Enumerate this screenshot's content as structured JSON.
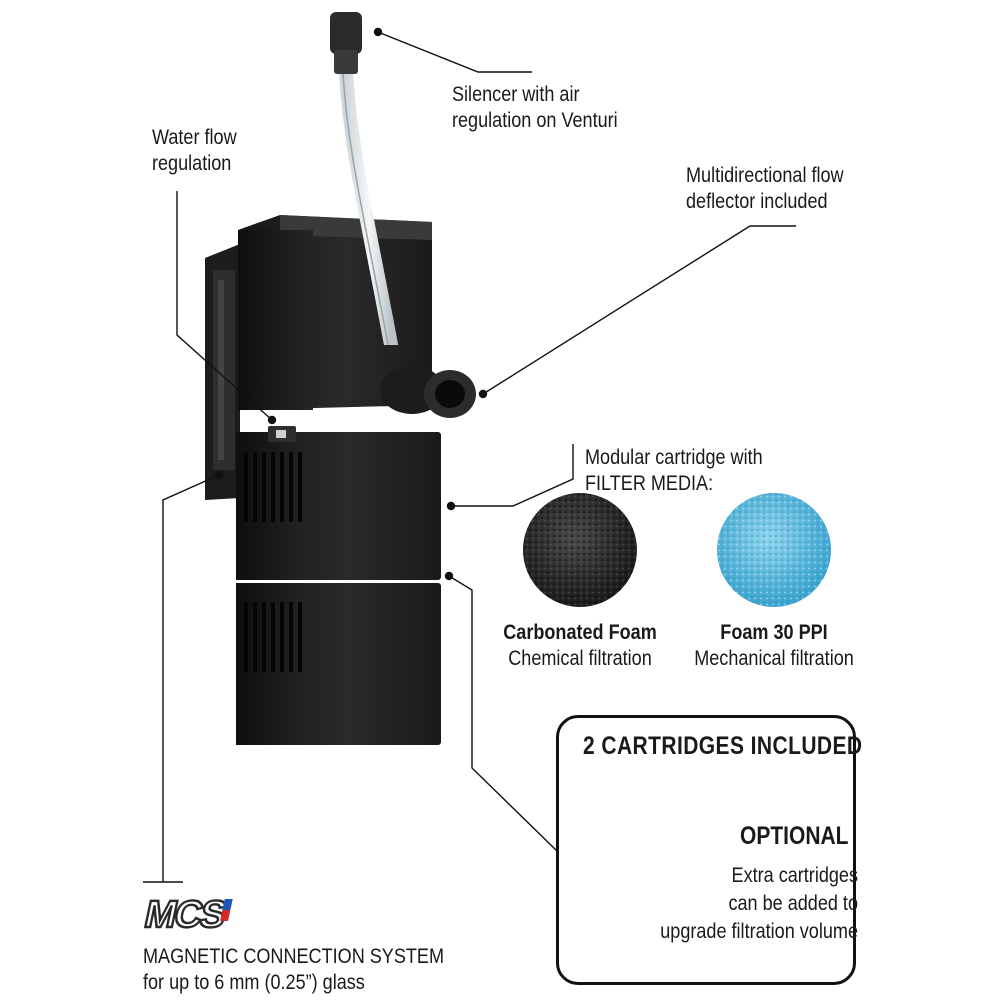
{
  "callouts": {
    "silencer": [
      "Silencer with air",
      "regulation on Venturi"
    ],
    "water_flow": [
      "Water flow",
      "regulation"
    ],
    "deflector": [
      "Multidirectional flow",
      "deflector included"
    ],
    "modular": [
      "Modular cartridge with",
      "FILTER MEDIA:"
    ]
  },
  "media": [
    {
      "title": "Carbonated Foam",
      "subtitle": "Chemical filtration",
      "color": "#2b2b2b"
    },
    {
      "title": "Foam 30 PPI",
      "subtitle": "Mechanical filtration",
      "color": "#5fb8da"
    }
  ],
  "cartridges_box": {
    "title": "2 CARTRIDGES INCLUDED",
    "optional": "OPTIONAL",
    "extra": [
      "Extra cartridges",
      "can be added to",
      "upgrade filtration volume"
    ]
  },
  "mcs": {
    "logo_text": "MCS",
    "line1": "MAGNETIC CONNECTION SYSTEM",
    "line2": "for up to 6 mm (0.25”) glass"
  }
}
